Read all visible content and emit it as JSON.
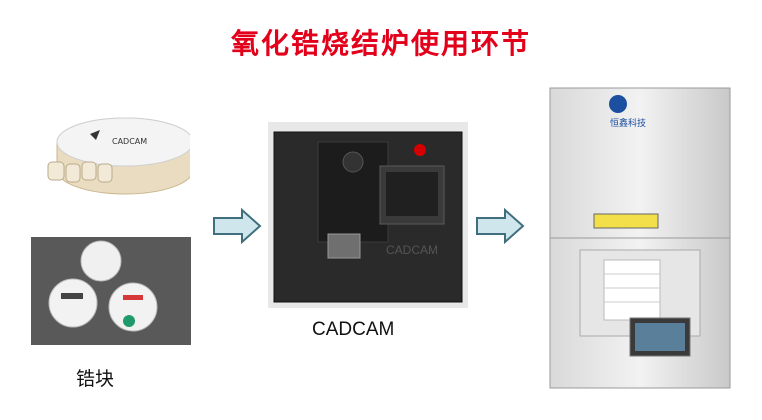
{
  "title": "氧化锆烧结炉使用环节",
  "colors": {
    "title": "#e3001b",
    "arrow_fill": "#cfe6ec",
    "arrow_stroke": "#3f6f7c"
  },
  "left": {
    "label": "锆块"
  },
  "middle": {
    "label": "CADCAM",
    "machine_text": "CADCAM"
  },
  "right": {
    "logo_text": "恒鑫科技"
  }
}
